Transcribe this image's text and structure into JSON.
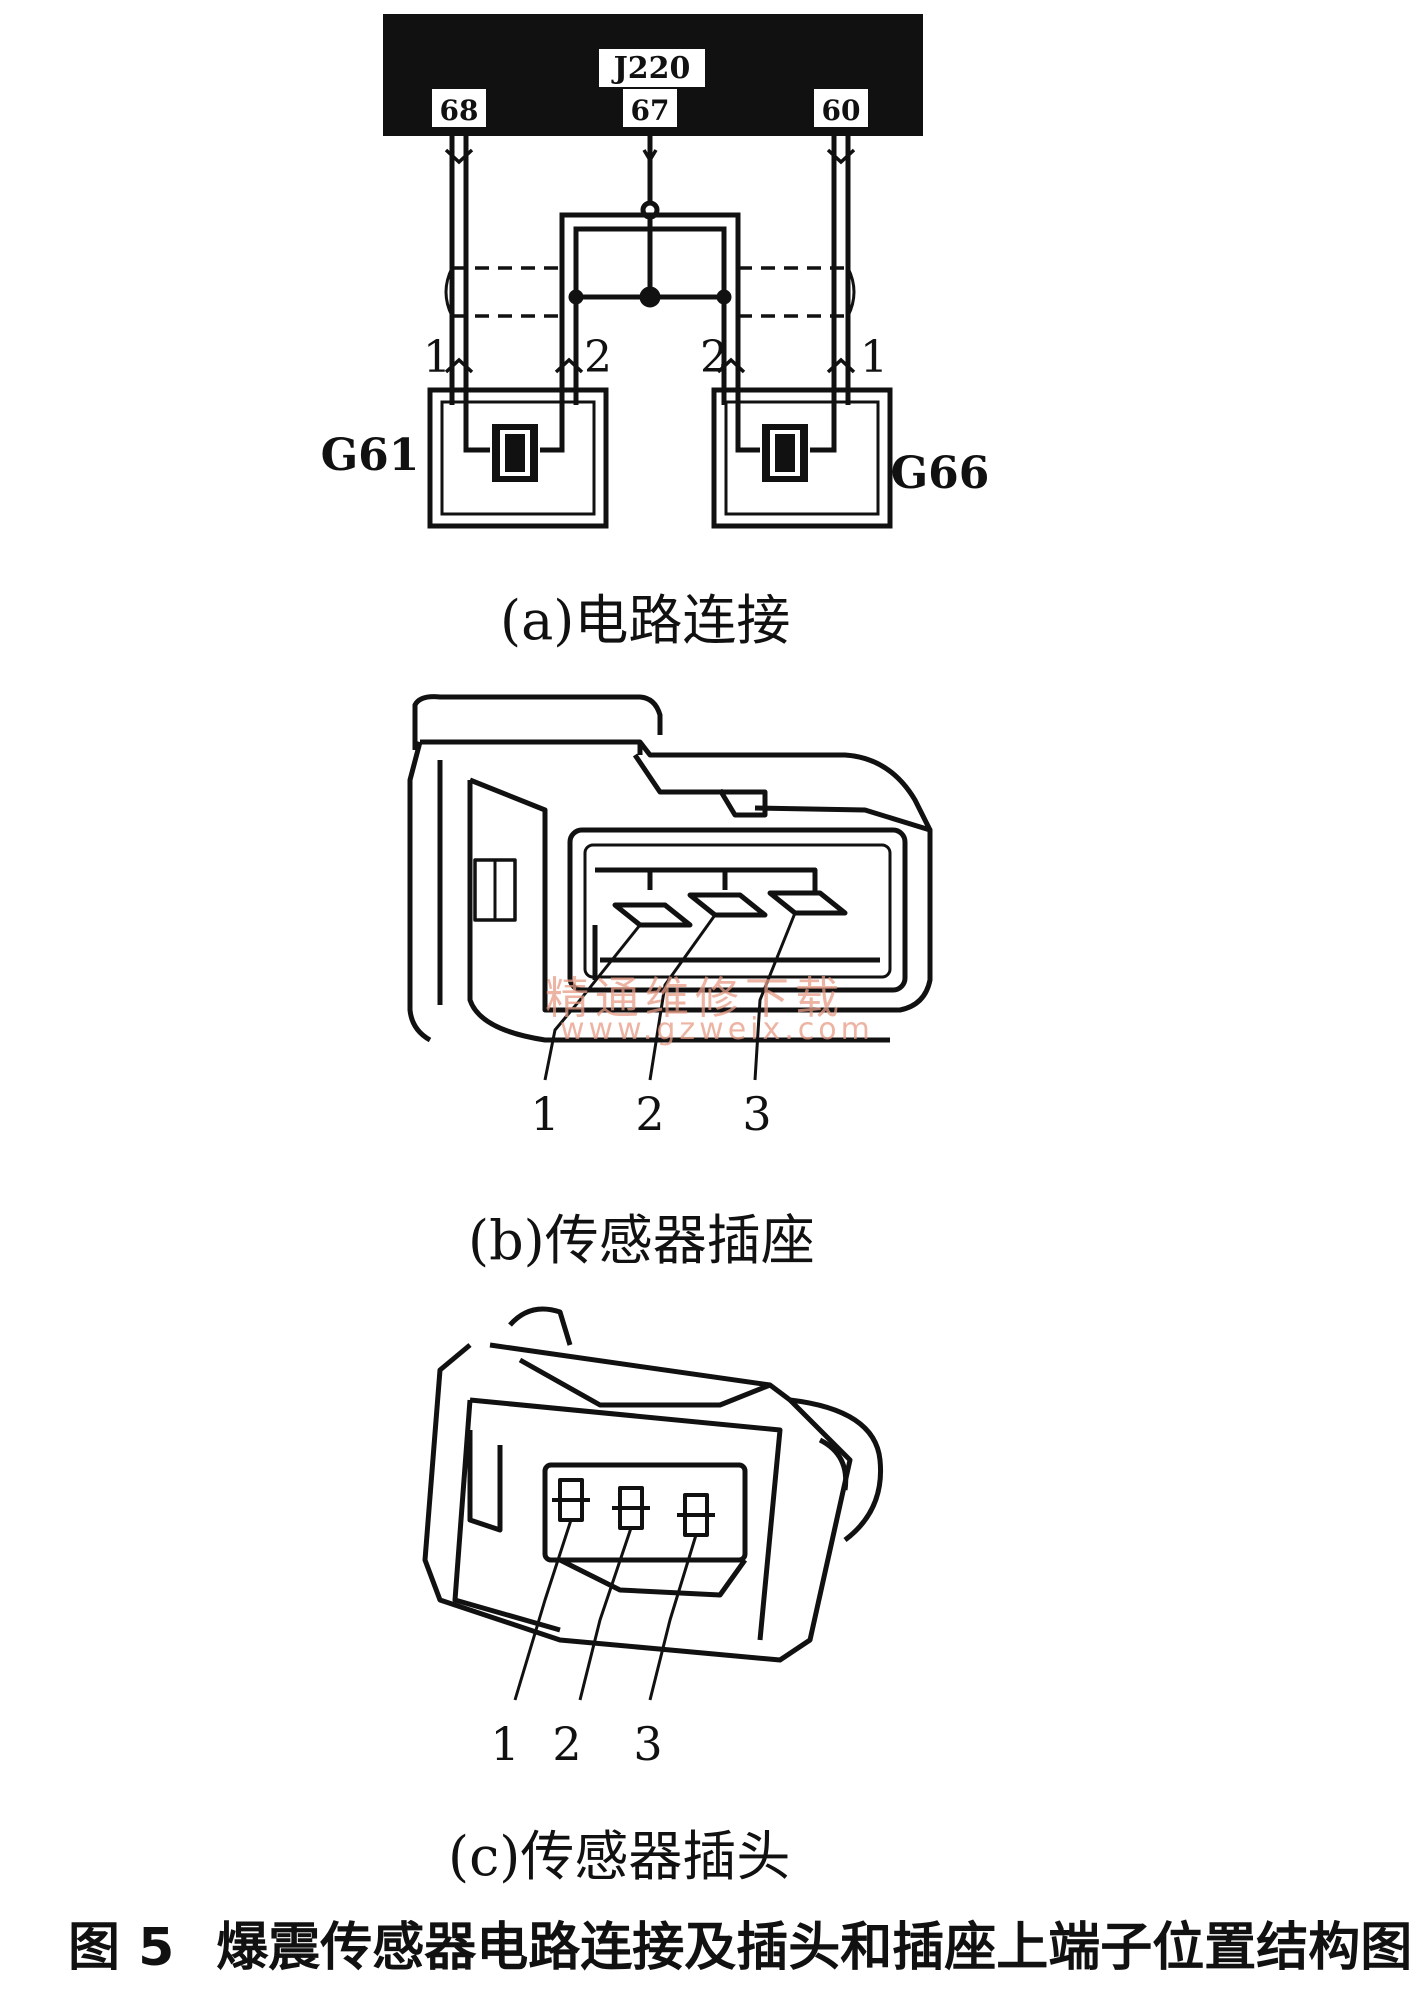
{
  "circuit": {
    "ecu": "J220",
    "pins": {
      "left": "68",
      "center": "67",
      "right": "60"
    },
    "left_sensor": {
      "name": "G61",
      "terminal_1": "1",
      "terminal_2": "2"
    },
    "right_sensor": {
      "name": "G66",
      "terminal_1": "1",
      "terminal_2": "2"
    },
    "caption": "(a)电路连接"
  },
  "socket": {
    "terminals": [
      "1",
      "2",
      "3"
    ],
    "caption": "(b)传感器插座"
  },
  "plug": {
    "terminals": [
      "1",
      "2",
      "3"
    ],
    "caption": "(c)传感器插头"
  },
  "watermark": {
    "cn": "精通维修下载",
    "url": "www.gzweix.com"
  },
  "figure": {
    "number": "图 5",
    "title": "爆震传感器电路连接及插头和插座上端子位置结构图"
  }
}
